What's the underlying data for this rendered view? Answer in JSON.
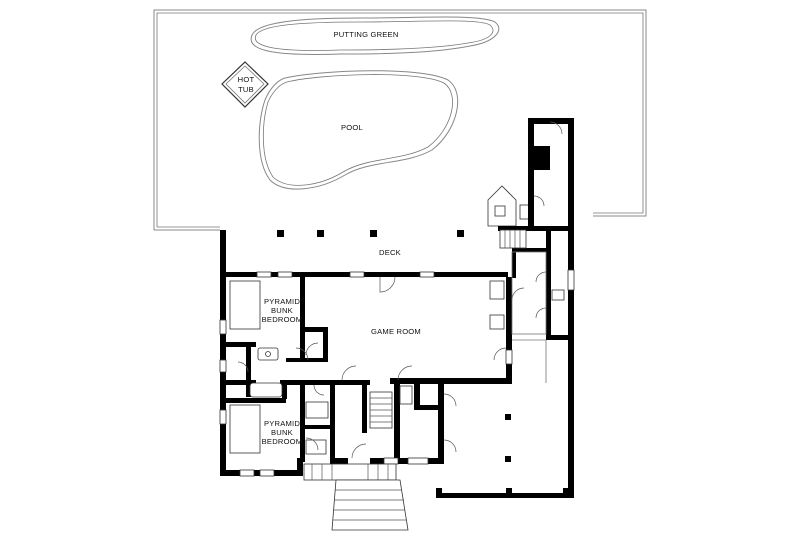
{
  "labels": {
    "putting_green": "PUTTING GREEN",
    "hot_tub_line1": "HOT",
    "hot_tub_line2": "TUB",
    "pool": "POOL",
    "deck": "DECK",
    "game_room": "GAME ROOM",
    "bunk_top": [
      "PYRAMID",
      "BUNK",
      "BEDROOM"
    ],
    "bunk_bottom": [
      "PYRAMID",
      "BUNK",
      "BEDROOM"
    ]
  }
}
